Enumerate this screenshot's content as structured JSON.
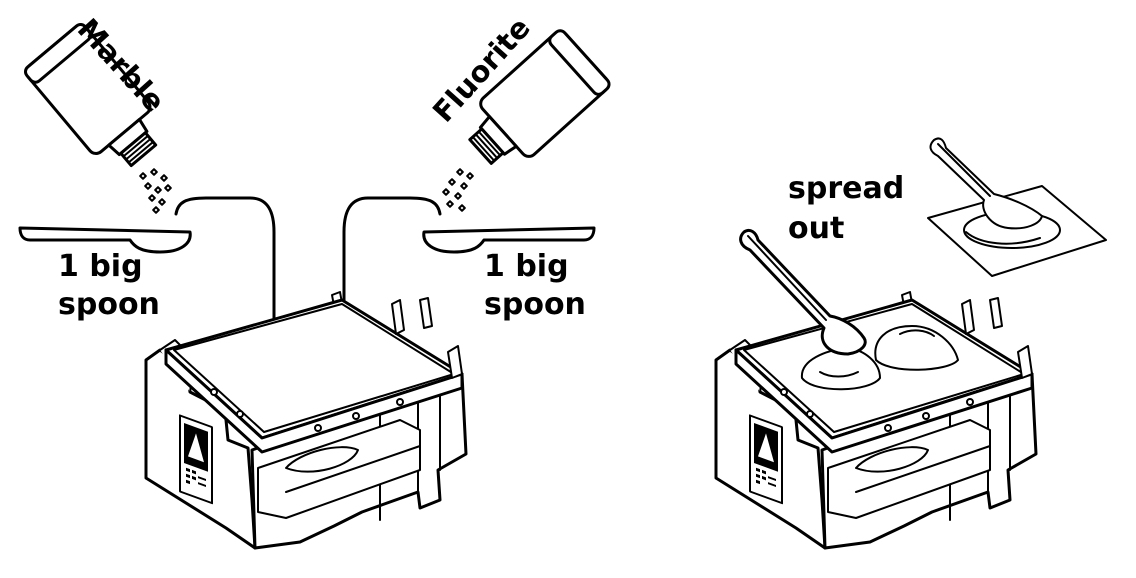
{
  "jar_left": {
    "label": "Marble"
  },
  "jar_right": {
    "label": "Fluorite"
  },
  "spoon_left": {
    "line1": "1 big",
    "line2": "spoon"
  },
  "spoon_right": {
    "line1": "1 big",
    "line2": "spoon"
  },
  "step_two": {
    "line1": "spread",
    "line2": "out"
  },
  "colors": {
    "ink": "#000000",
    "paper": "#ffffff"
  },
  "icons": [
    "jar-icon",
    "spoon-icon",
    "arrow-icon",
    "tray-stand-icon",
    "spatula-icon",
    "warning-label-icon"
  ]
}
